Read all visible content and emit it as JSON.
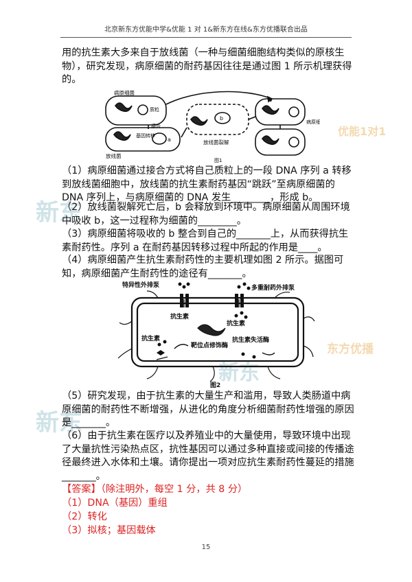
{
  "header": {
    "title": "北京新东方优能中学&优能 1 对 1&新东方在线&东方优播联合出品"
  },
  "intro": "用的抗生素大多来自于放线菌（一种与细菌细胞结构类似的原核生物），研究发现，病原细菌的耐药基因往往是通过图 1 所示机理获得的。",
  "figure1": {
    "labels": {
      "pathogen": "病原细菌",
      "plasmid": "质粒",
      "conjugation": "接合",
      "gene_transfer": "基因转移",
      "actinomycete": "放线菌",
      "lysis": "放线菌裂解",
      "a": "a",
      "b": "b",
      "pathogen2": "病原细菌",
      "caption": "图1"
    }
  },
  "questions": {
    "q1": "（1）病原细菌通过接合方式将自己质粒上的一段 DNA 序列 a 转移到放线菌细胞中，放线菌的抗生素耐药基因“跳跃”至病原细菌的 DNA 序列上，与病原细菌的 DNA 发生________，形成 b。",
    "q2": "（2）放线菌裂解死亡后，b 会释放到环境中。病原细菌从周围环境中吸收 b，这一过程称为细菌的________。",
    "q3": "（3）病原细菌将吸收的 b 整合到自己的_______上，从而获得抗生素耐药性。序列 a 在耐药基因转移过程中所起的作用是____。",
    "q4": "（4）病原细菌产生抗生素耐药性的主要机理如图 2 所示。据图可知，病原细菌产生耐药性的途径有_______。",
    "q5": "（5）研究发现，由于抗生素的大量生产和滥用，导致人类肠道中病原细菌的耐药性不断增强，从进化的角度分析细菌耐药性增强的原因是_______。",
    "q6": "（6）由于抗生素在医疗以及养殖业中的大量使用，导致环境中出现了大量抗性污染热点区，抗性基因可以通过多种直接或间接的传播途径最终进入水体和土壤。请你提出一项对应抗生素耐药性蔓延的措施_______。"
  },
  "figure2": {
    "labels": {
      "specific_pump": "特异性外排泵",
      "multi_pump": "多重耐药外排泵",
      "antibiotic1": "抗生素",
      "antibiotic2": "抗生素",
      "antibiotic3": "抗生素",
      "target_mod": "靶位点修饰酶",
      "inactivation": "抗生素失活酶",
      "caption": "图2"
    }
  },
  "answer": {
    "tag": "【答案】",
    "note": "（除注明外，每空 1 分，共 8 分）",
    "a1": "（1）DNA（基因）重组",
    "a2": "（2）转化",
    "a3": "（3）拟核；基因载体"
  },
  "watermarks": {
    "w1": "新东",
    "w2": "新东",
    "w3": "新东",
    "w4": "优能1对1",
    "w5": "东方优播"
  },
  "page_number": "15",
  "colors": {
    "answer_red": "#d22222",
    "watermark": "#cfe3e8"
  }
}
